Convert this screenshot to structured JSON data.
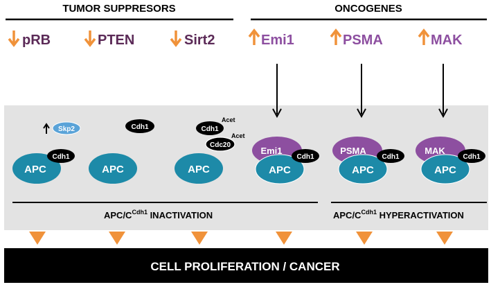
{
  "headers": {
    "tumor_suppressors": "TUMOR SUPPRESORS",
    "oncogenes": "ONCOGENES"
  },
  "columns": [
    {
      "gene": "pRB",
      "direction": "down",
      "group": "tumor_suppressor"
    },
    {
      "gene": "PTEN",
      "direction": "down",
      "group": "tumor_suppressor"
    },
    {
      "gene": "Sirt2",
      "direction": "down",
      "group": "tumor_suppressor"
    },
    {
      "gene": "Emi1",
      "direction": "up",
      "group": "oncogene"
    },
    {
      "gene": "PSMA",
      "direction": "up",
      "group": "oncogene"
    },
    {
      "gene": "MAK",
      "direction": "up",
      "group": "oncogene"
    }
  ],
  "complexes": {
    "apc_label": "APC",
    "cdh1_label": "Cdh1",
    "skp2_label": "Skp2",
    "cdc20_label": "Cdc20",
    "acet_label": "Acet",
    "binders": [
      "Emi1",
      "PSMA",
      "MAK"
    ]
  },
  "inactivation": {
    "prefix": "APC/C",
    "superscript": "Cdh1",
    "suffix": " INACTIVATION"
  },
  "hyperactivation": {
    "prefix": "APC/C",
    "superscript": "Cdh1",
    "suffix": " HYPERACTIVATION"
  },
  "footer": "CELL PROLIFERATION / CANCER",
  "colors": {
    "orange": "#f0923a",
    "suppressor_text": "#5b2a57",
    "oncogene_text": "#8d4fa0",
    "apc_teal": "#1d8aa8",
    "binder_purple": "#8d4fa0",
    "skp2_blue": "#5aa3d8",
    "panel_gray": "#e3e3e3",
    "footer_black": "#000000"
  }
}
